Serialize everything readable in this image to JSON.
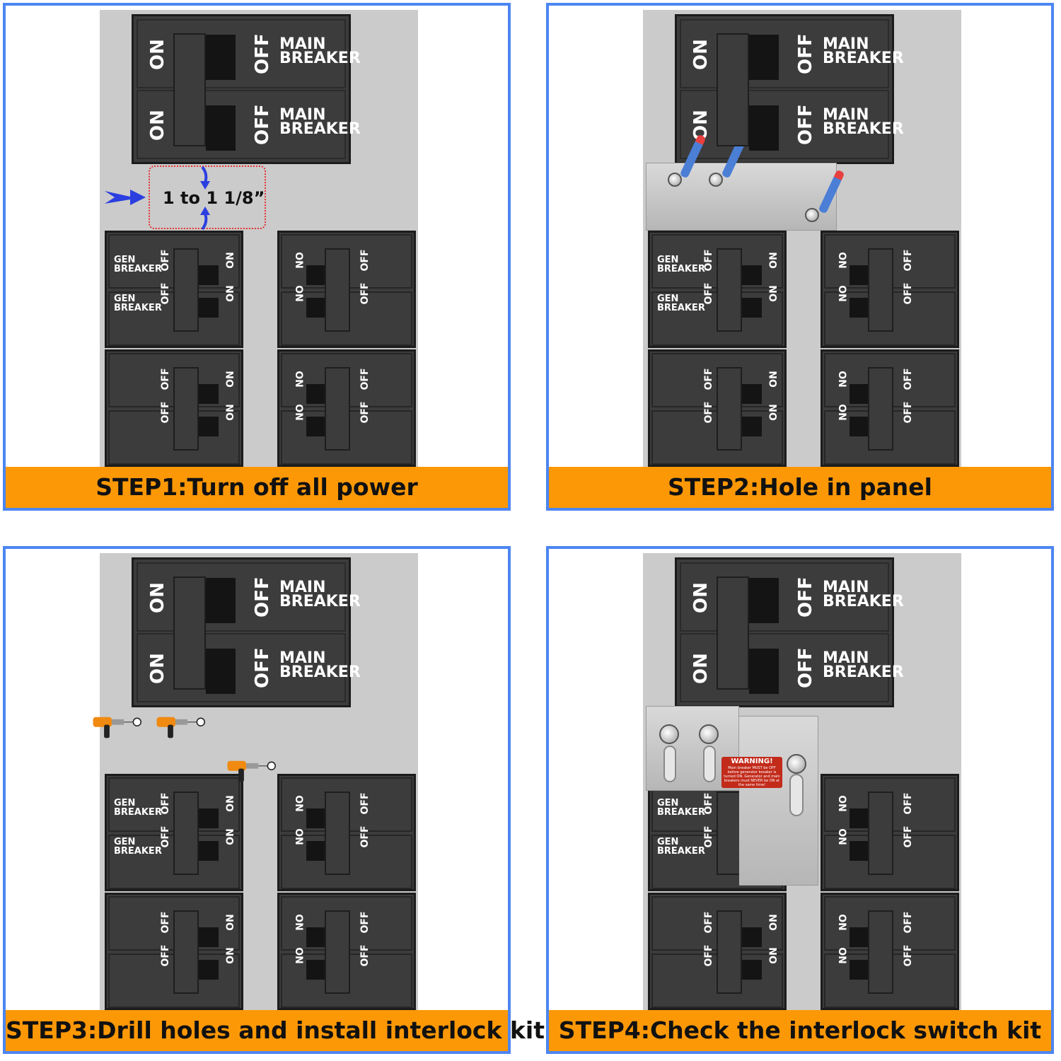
{
  "labels": {
    "main_breaker_l1": "MAIN",
    "main_breaker_l2": "BREAKER",
    "on": "ON",
    "off": "OFF",
    "gen_l1": "GEN",
    "gen_l2": "BREAKER"
  },
  "measurement": "1 to 1 1/8”",
  "warning": {
    "title": "WARNING!",
    "body": "Main breaker MUST be OFF before generator breaker is turned ON. Generator and main breakers must NEVER be ON at the same time!"
  },
  "steps": [
    {
      "caption": "STEP1:Turn off all power"
    },
    {
      "caption": "STEP2:Hole in panel"
    },
    {
      "caption": "STEP3:Drill holes and install interlock kit"
    },
    {
      "caption": "STEP4:Check the interlock switch kit"
    }
  ],
  "colors": {
    "frame": "#4d86f2",
    "caption_bg": "#fc9806",
    "breaker": "#3c3c3c",
    "panel": "#cbcbcb",
    "arrow": "#2b3fe0",
    "warning": "#c22a1a"
  }
}
